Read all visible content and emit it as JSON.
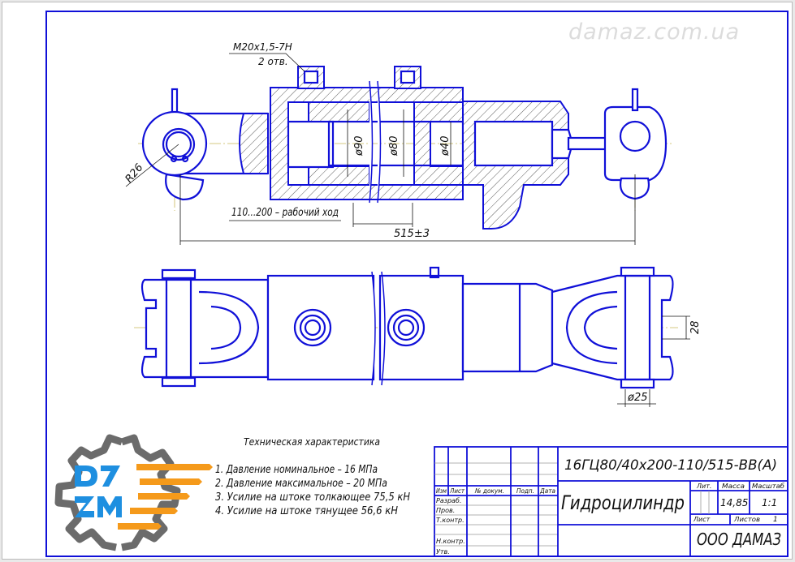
{
  "watermark": "damaz.com.ua",
  "dimensions": {
    "thread": "M20x1,5-7H",
    "holes": "2 отв.",
    "radius": "R26",
    "bore": "ø90",
    "tube": "ø80",
    "rod": "ø40",
    "stroke": "110...200 – рабочий ход",
    "length": "515±3",
    "clevis_width": "28",
    "pin": "ø25"
  },
  "specs": {
    "title": "Техническая характеристика",
    "items": [
      "1. Давление номинальное – 16 МПа",
      "2. Давление максимальное – 20 МПа",
      "3. Усилие на штоке толкающее  75,5 кН",
      "4. Усилие на штоке тянущее  56,6 кН"
    ]
  },
  "logo": {
    "text": "DZM",
    "colors": {
      "blue": "#1e8fe0",
      "orange": "#f59a1b",
      "gray": "#6b6b6b"
    }
  },
  "title_block": {
    "designation": "16ГЦ80/40x200-110/515-ВВ(А)",
    "name": "Гидроцилиндр",
    "headers": {
      "izm": "Изм",
      "list": "Лист",
      "doc": "№ докум.",
      "sign": "Подп.",
      "date": "Дата"
    },
    "roles": [
      "Разраб.",
      "Пров.",
      "Т.контр.",
      "Н.контр.",
      "Утв."
    ],
    "lit_label": "Лит.",
    "mass_label": "Масса",
    "scale_label": "Масштаб",
    "mass": "14,85",
    "scale": "1:1",
    "sheet_label": "Лист",
    "sheets_label": "Листов",
    "sheets": "1",
    "company": "ООО ДАМАЗ"
  },
  "colors": {
    "line": "#1010d8",
    "frame": "#1010d8"
  }
}
